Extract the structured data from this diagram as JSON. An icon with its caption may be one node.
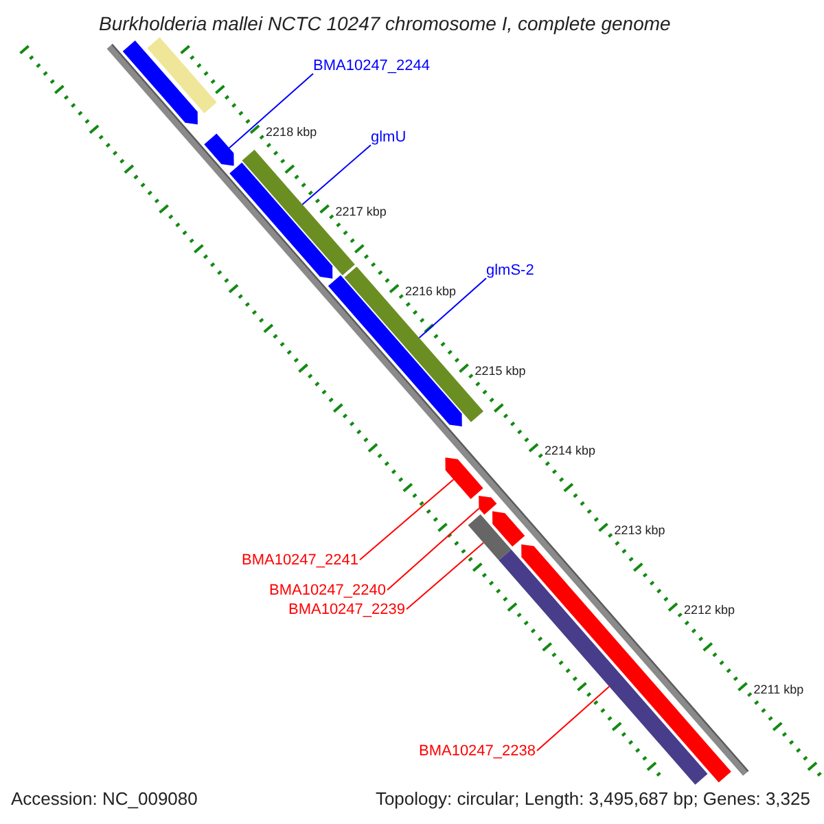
{
  "diagram": {
    "title": "Burkholderia mallei NCTC 10247 chromosome I, complete genome",
    "nodes": [
      {
        "text": [
          "BMA10247_2244"
        ]
      },
      {
        "text": [],
        "shape": "bar"
      },
      {
        "text": [
          "glmU"
        ]
      },
      {
        "text": [],
        "shape": "bar"
      },
      {
        "text": [
          "glmS-2"
        ]
      },
      {
        "text": [],
        "shape": "bar"
      },
      {
        "text": [
          "BMA10247_2241"
        ]
      },
      {
        "text": [],
        "shape": "bar"
      },
      {
        "text": [
          "BMA10247_2240"
        ]
      },
      {
        "text": [],
        "shape": "bar"
      },
      {
        "text": [
          "BMA10247_2239"
        ]
      },
      {
        "text": [],
        "shape": "bar"
      },
      {
        "text": [
          "BMA10247_2238"
        ]
      },
      {
        "text": [],
        "shape": "bar"
      },
      {
        "text": [],
        "shape": "bar"
      },
      {
        "text": [],
        "shape": "bar"
      },
      {
        "text": [],
        "shape": "bar"
      },
      {
        "text": [],
        "shape": "bar"
      },
      {
        "text": [],
        "shape": "bar"
      },
      {
        "text": [],
        "shape": "bar"
      }
    ],
    "edges": [
      {
        "from": 0,
        "to": 1,
        "arrow": "none",
        "color": "#0000ff"
      },
      {
        "from": 2,
        "to": 3,
        "arrow": "none",
        "color": "#0000ff"
      },
      {
        "from": 4,
        "to": 5,
        "arrow": "none",
        "color": "#0000ff"
      },
      {
        "from": 6,
        "to": 7,
        "arrow": "none"
      },
      {
        "from": 8,
        "to": 9,
        "arrow": "none"
      },
      {
        "from": 10,
        "to": 11,
        "arrow": "none"
      },
      {
        "from": 12,
        "to": 13,
        "arrow": "none"
      }
    ],
    "labels": [
      "2218 kbp",
      "2217 kbp",
      "2216 kbp",
      "2215 kbp",
      "2214 kbp",
      "2213 kbp",
      "2212 kbp",
      "2211 kbp",
      "Accession: NC_009080",
      "Topology: circular; Length: 3,495,687 bp; Genes: 3,325"
    ]
  }
}
